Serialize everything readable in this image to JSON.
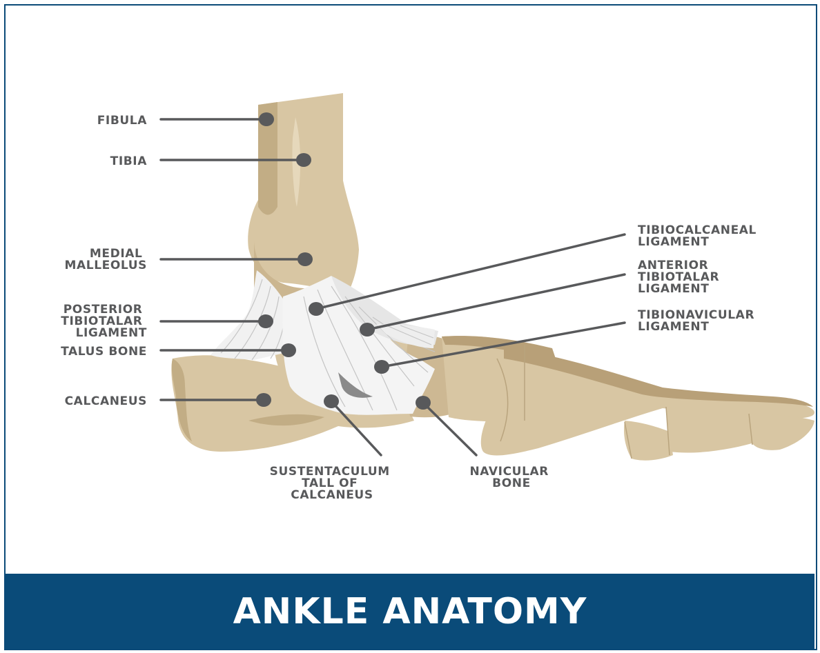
{
  "title": "ANKLE ANATOMY",
  "colors": {
    "frame": "#0b4a78",
    "banner": "#0a4b79",
    "bone": "#d8c6a3",
    "bone_shadow": "#c2ad85",
    "bone_dark": "#b8a078",
    "ligament": "#eeeeee",
    "leader": "#58595b",
    "label_text": "#58595b"
  },
  "labels": {
    "fibula": [
      "FIBULA"
    ],
    "tibia": [
      "TIBIA"
    ],
    "medial_malleolus": [
      "MEDIAL",
      "MALLEOLUS"
    ],
    "posterior_tibiotalar": [
      "POSTERIOR",
      "TIBIOTALAR",
      "LIGAMENT"
    ],
    "talus": [
      "TALUS BONE"
    ],
    "calcaneus": [
      "CALCANEUS"
    ],
    "tibiocalcaneal": [
      "TIBIOCALCANEAL",
      "LIGAMENT"
    ],
    "anterior_tibiotalar": [
      "ANTERIOR",
      "TIBIOTALAR",
      "LIGAMENT"
    ],
    "tibionavicular": [
      "TIBIONAVICULAR",
      "LIGAMENT"
    ],
    "sustentaculum": [
      "SUSTENTACULUM",
      "TALL OF",
      "CALCANEUS"
    ],
    "navicular": [
      "NAVICULAR",
      "BONE"
    ]
  }
}
